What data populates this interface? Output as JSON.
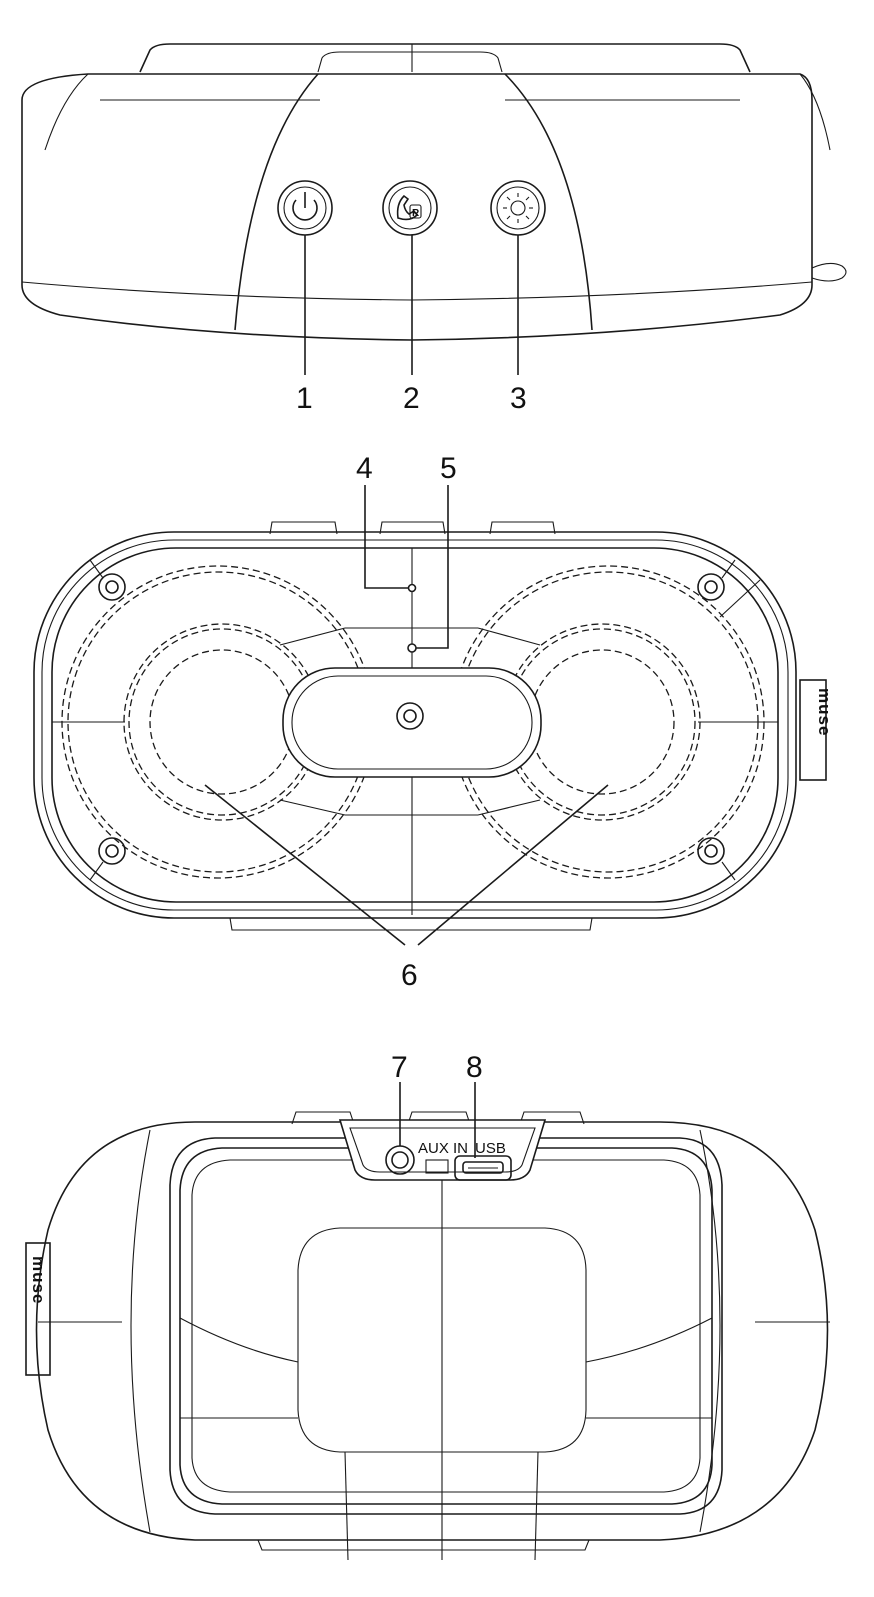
{
  "callouts": {
    "c1": "1",
    "c2": "2",
    "c3": "3",
    "c4": "4",
    "c5": "5",
    "c6": "6",
    "c7": "7",
    "c8": "8"
  },
  "ports": {
    "aux": "AUX IN",
    "usb": "USB"
  },
  "brand": {
    "logo_text": "muse"
  },
  "icons": {
    "button_1": "power-icon",
    "button_2": "phone-redial-icon",
    "button_3": "light-icon"
  }
}
